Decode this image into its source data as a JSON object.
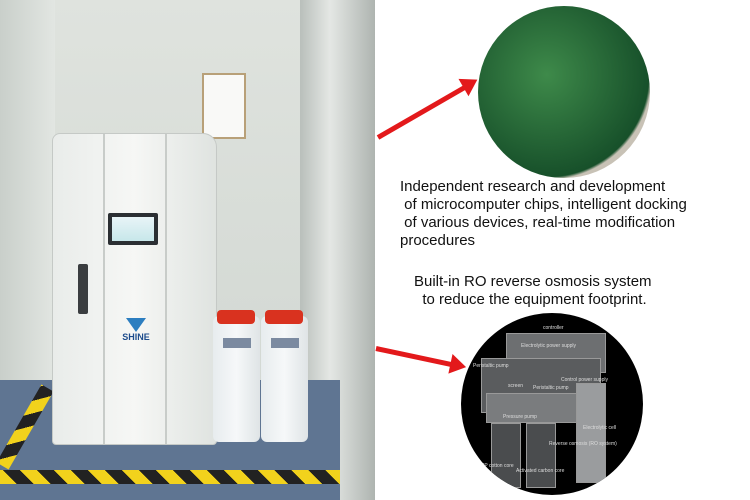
{
  "photo": {
    "brand_logo": "SHINE"
  },
  "callouts": [
    {
      "text": "Independent research and development\n of microcomputer chips, intelligent docking\n of various devices, real-time modification\nprocedures"
    },
    {
      "text": "Built-in RO reverse osmosis system\n  to reduce the equipment footprint."
    }
  ],
  "diagram_labels": [
    "controller",
    "Electrolytic power supply",
    "Peristaltic pump",
    "screen",
    "Peristaltic pump",
    "Control power supply",
    "Pressure pump",
    "Electrolytic cell",
    "Reverse osmosis (RO system)",
    "PP cotton core",
    "Activated carbon core"
  ],
  "colors": {
    "arrow": "#e3191b"
  }
}
